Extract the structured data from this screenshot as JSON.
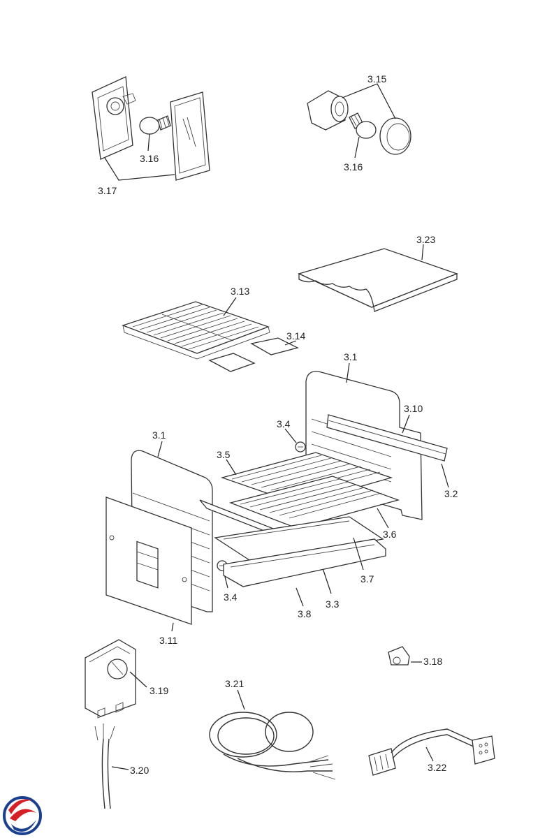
{
  "labels": {
    "p3_1": "3.1",
    "p3_2": "3.2",
    "p3_3": "3.3",
    "p3_4": "3.4",
    "p3_5": "3.5",
    "p3_6": "3.6",
    "p3_7": "3.7",
    "p3_8": "3.8",
    "p3_10": "3.10",
    "p3_11": "3.11",
    "p3_13": "3.13",
    "p3_14": "3.14",
    "p3_15": "3.15",
    "p3_16": "3.16",
    "p3_17": "3.17",
    "p3_18": "3.18",
    "p3_19": "3.19",
    "p3_20": "3.20",
    "p3_21": "3.21",
    "p3_22": "3.22",
    "p3_23": "3.23"
  },
  "logo": {
    "colors": [
      "#1b3f8f",
      "#d62027"
    ]
  }
}
